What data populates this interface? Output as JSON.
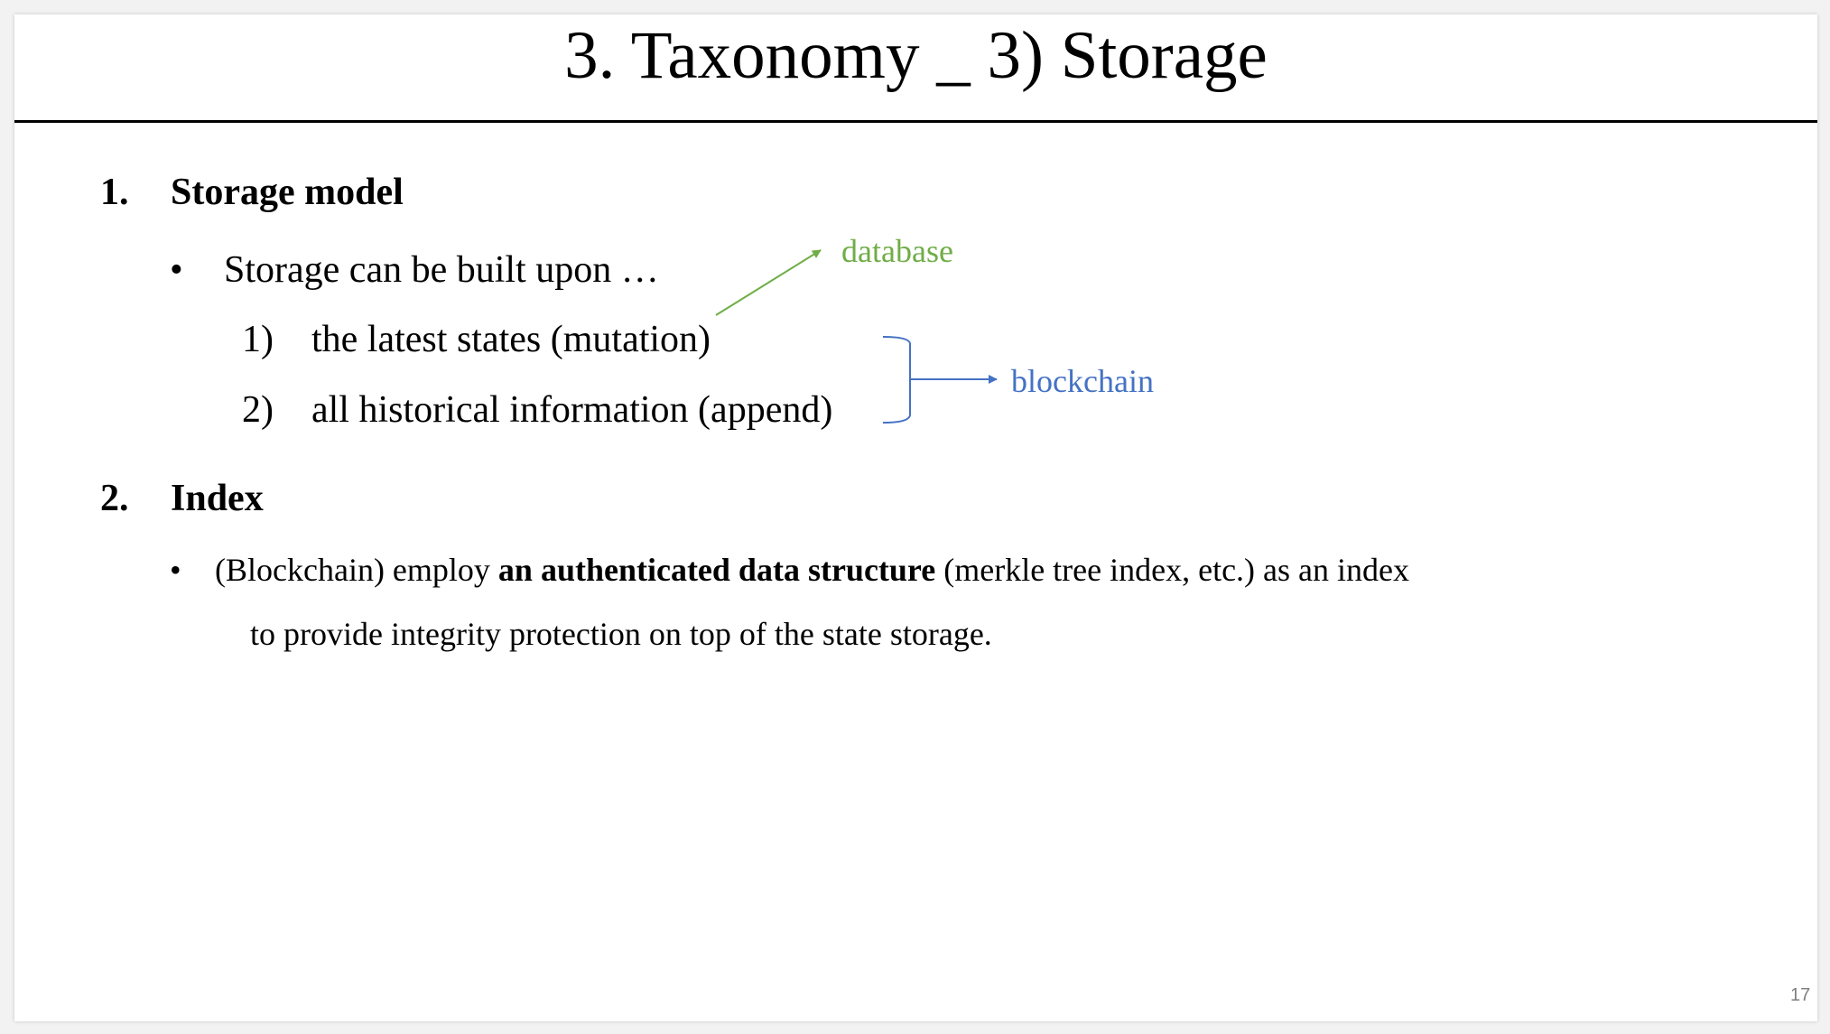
{
  "slide": {
    "title": "3. Taxonomy _ 3) Storage",
    "page_number": "17"
  },
  "section1": {
    "number": "1.",
    "title": "Storage model",
    "bullet_symbol": "•",
    "bullet": "Storage can be built upon …",
    "items": [
      {
        "number": "1)",
        "text": "the latest states (mutation)"
      },
      {
        "number": "2)",
        "text": "all historical information (append)"
      }
    ],
    "annotation_database": "database",
    "annotation_blockchain": "blockchain"
  },
  "section2": {
    "number": "2.",
    "title": "Index",
    "bullet_symbol": "•",
    "line1_pre": "(Blockchain) employ ",
    "line1_bold": "an authenticated data structure",
    "line1_post": " (merkle tree index, etc.) as an index",
    "line2": "to provide integrity protection on top of the state storage."
  },
  "colors": {
    "database": "#70ad47",
    "blockchain": "#4472c4"
  }
}
